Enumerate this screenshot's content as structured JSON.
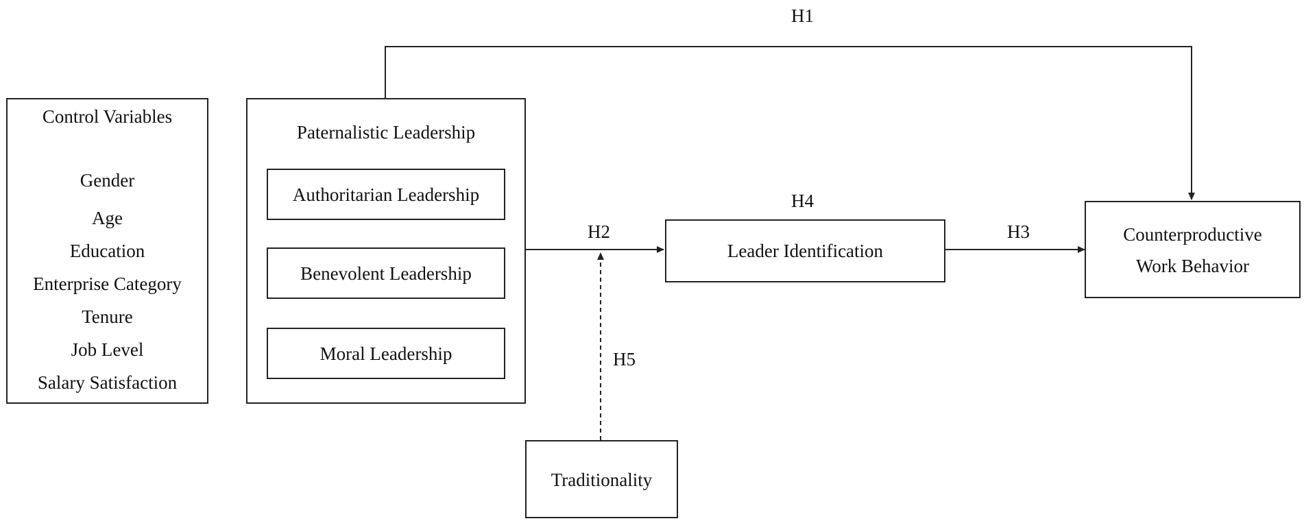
{
  "hypotheses": {
    "h1": "H1",
    "h2": "H2",
    "h3": "H3",
    "h4": "H4",
    "h5": "H5"
  },
  "control_variables": {
    "title": "Control Variables",
    "items": [
      "Gender",
      "Age",
      "Education",
      "Enterprise Category",
      "Tenure",
      "Job Level",
      "Salary Satisfaction"
    ]
  },
  "paternalistic": {
    "title": "Paternalistic Leadership",
    "dimensions": [
      "Authoritarian Leadership",
      "Benevolent Leadership",
      "Moral Leadership"
    ]
  },
  "mediator": {
    "label": "Leader Identification"
  },
  "outcome": {
    "line1": "Counterproductive",
    "line2": "Work Behavior"
  },
  "moderator": {
    "label": "Traditionality"
  }
}
